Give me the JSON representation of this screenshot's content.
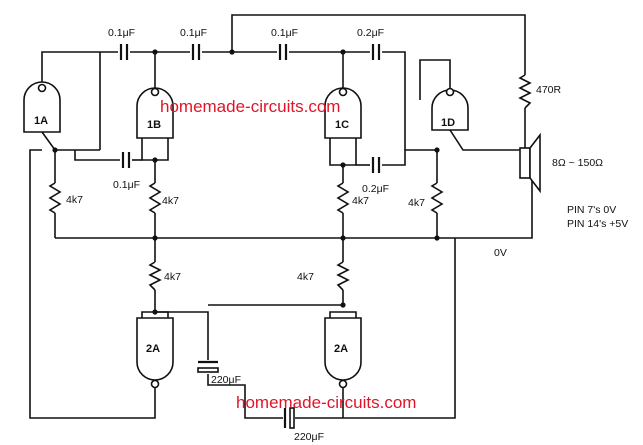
{
  "gates": {
    "g1a": "1A",
    "g1b": "1B",
    "g1c": "1C",
    "g1d": "1D",
    "g2a_left": "2A",
    "g2a_right": "2A"
  },
  "capacitors": {
    "top_1": "0.1μF",
    "top_2": "0.1μF",
    "top_3": "0.1μF",
    "top_4": "0.2μF",
    "mid_left": "0.1μF",
    "mid_right": "0.2μF",
    "elec_left": "220μF",
    "elec_bottom": "220μF"
  },
  "resistors": {
    "r_1a": "4k7",
    "r_1b": "4k7",
    "r_1c": "4k7",
    "r_1d": "4k7",
    "r_2a_left": "4k7",
    "r_2a_right": "4k7",
    "r_speaker": "470R"
  },
  "speaker_label": "8Ω ~ 150Ω",
  "notes": {
    "pin7": "PIN 7's 0V",
    "pin14": "PIN 14's +5V"
  },
  "rail_label": "0V",
  "watermarks": {
    "top": "homemade-circuits.com",
    "bottom": "homemade-circuits.com"
  }
}
